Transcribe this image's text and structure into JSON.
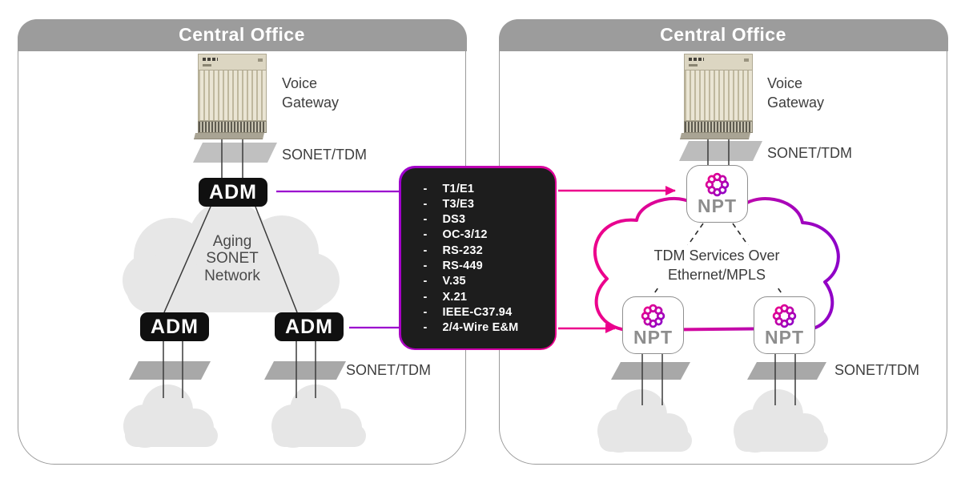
{
  "left_panel": {
    "title": "Central Office",
    "voice_gateway": "Voice\nGateway",
    "sonet_top": "SONET/TDM",
    "sonet_bottom": "SONET/TDM",
    "cloud_label": "Aging\nSONET\nNetwork",
    "adm": [
      "ADM",
      "ADM",
      "ADM"
    ]
  },
  "interface_box": {
    "bullet": "-",
    "items": [
      "T1/E1",
      "T3/E3",
      "DS3",
      "OC-3/12",
      "RS-232",
      "RS-449",
      "V.35",
      "X.21",
      "IEEE-C37.94",
      "2/4-Wire E&M"
    ]
  },
  "right_panel": {
    "title": "Central Office",
    "voice_gateway": "Voice\nGateway",
    "sonet_top": "SONET/TDM",
    "sonet_bottom": "SONET/TDM",
    "cloud_label": "TDM Services Over\nEthernet/MPLS",
    "npt": [
      "NPT",
      "NPT",
      "NPT"
    ]
  },
  "colors": {
    "pink": "#EC008C",
    "purple": "#9B00CE",
    "header_gray": "#9C9C9C",
    "device_black": "#101010"
  }
}
